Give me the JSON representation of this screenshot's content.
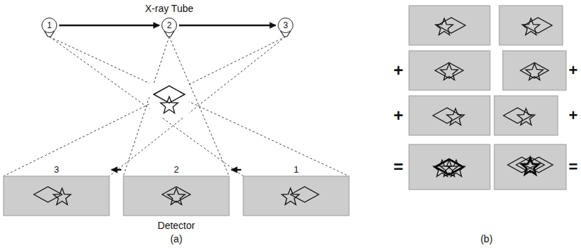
{
  "diagram": {
    "nodes": [
      {
        "text": [
          "1"
        ]
      },
      {
        "text": [
          "2"
        ]
      },
      {
        "text": [
          "3"
        ]
      },
      {
        "text": [
          "3"
        ]
      },
      {
        "text": [
          "2"
        ]
      },
      {
        "text": [
          "1"
        ]
      }
    ],
    "edges": [
      {
        "from": 0,
        "to": 1,
        "arrow": "to"
      },
      {
        "from": 1,
        "to": 2,
        "arrow": "to"
      },
      {
        "from": 5,
        "to": 4,
        "arrow": "to"
      },
      {
        "from": 4,
        "to": 3,
        "arrow": "to"
      }
    ],
    "labels": [
      "X-ray Tube",
      "Detector",
      "(a)",
      "+",
      "+",
      "=",
      "+",
      "+",
      "=",
      "(b)"
    ]
  }
}
